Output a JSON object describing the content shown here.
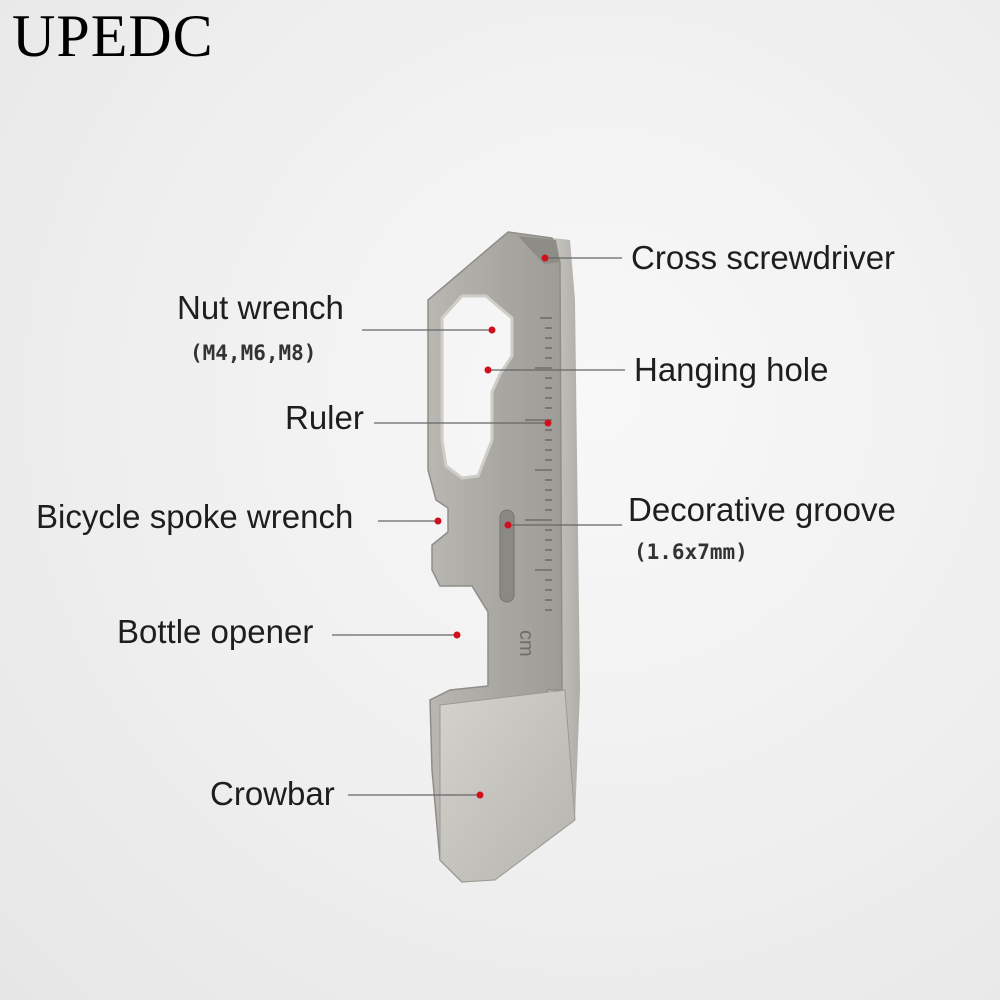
{
  "brand": "UPEDC",
  "callouts": {
    "cross_screwdriver": "Cross screwdriver",
    "nut_wrench": "Nut wrench",
    "nut_wrench_sizes": "(M4,M6,M8)",
    "hanging_hole": "Hanging hole",
    "ruler": "Ruler",
    "bicycle_spoke_wrench": "Bicycle spoke wrench",
    "decorative_groove": "Decorative groove",
    "decorative_groove_size": "(1.6x7mm)",
    "bottle_opener": "Bottle opener",
    "crowbar": "Crowbar"
  },
  "ruler_unit": "cm",
  "colors": {
    "marker": "#d0101c",
    "leader_line": "#666666",
    "tool_body": "#a7a59f",
    "tool_bevel": "#c9c7c1"
  }
}
